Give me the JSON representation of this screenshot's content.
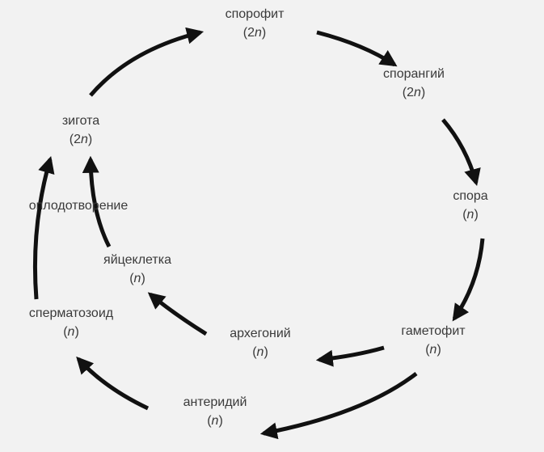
{
  "title": "Жизненный цикл растения",
  "stages": [
    {
      "id": "sporophyte",
      "name": "спорофит",
      "ploidy_prefix": "(2",
      "ploidy_var": "n",
      "ploidy_suffix": ")"
    },
    {
      "id": "sporangium",
      "name": "спорангий",
      "ploidy_prefix": "(2",
      "ploidy_var": "n",
      "ploidy_suffix": ")"
    },
    {
      "id": "spore",
      "name": "спора",
      "ploidy_prefix": "(",
      "ploidy_var": "n",
      "ploidy_suffix": ")"
    },
    {
      "id": "gametophyte",
      "name": "гаметофит",
      "ploidy_prefix": "(",
      "ploidy_var": "n",
      "ploidy_suffix": ")"
    },
    {
      "id": "archegonium",
      "name": "архегоний",
      "ploidy_prefix": "(",
      "ploidy_var": "n",
      "ploidy_suffix": ")"
    },
    {
      "id": "antheridium",
      "name": "антеридий",
      "ploidy_prefix": "(",
      "ploidy_var": "n",
      "ploidy_suffix": ")"
    },
    {
      "id": "spermatozoid",
      "name": "сперматозоид",
      "ploidy_prefix": "(",
      "ploidy_var": "n",
      "ploidy_suffix": ")"
    },
    {
      "id": "egg",
      "name": "яйцеклетка",
      "ploidy_prefix": "(",
      "ploidy_var": "n",
      "ploidy_suffix": ")"
    },
    {
      "id": "zygote",
      "name": "зигота",
      "ploidy_prefix": "(2",
      "ploidy_var": "n",
      "ploidy_suffix": ")"
    }
  ],
  "process_label": "оплодотворение",
  "colors": {
    "background": "#f2f2f2",
    "arrow": "#111111",
    "text": "#3a3a3a"
  }
}
